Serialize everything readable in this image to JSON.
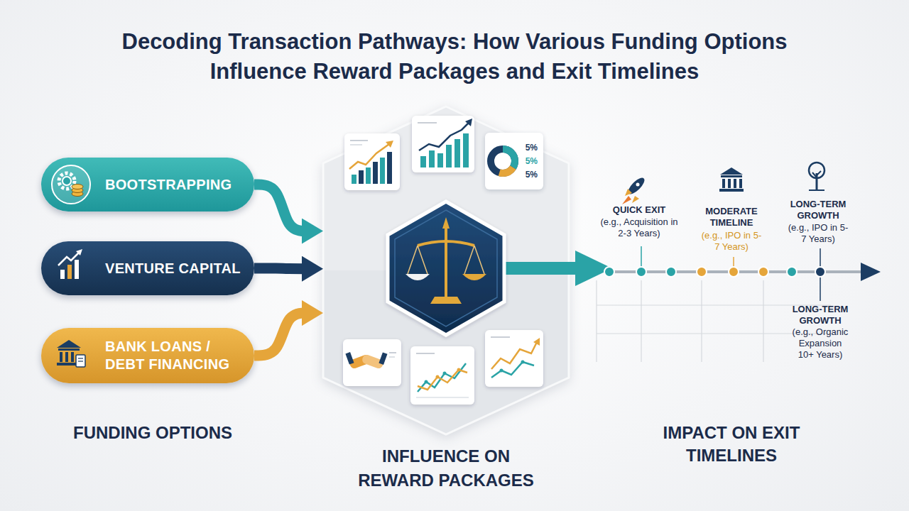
{
  "diagram": {
    "title": "Decoding Transaction Pathways: How Various Funding Options Influence Reward Packages and Exit Timelines",
    "nodes": [
      {
        "text": [
          "BOOTSTRAPPING"
        ]
      },
      {
        "text": [
          "VENTURE CAPITAL"
        ]
      },
      {
        "text": [
          "BANK LOANS / DEBT FINANCING"
        ]
      },
      {
        "text": [
          "INFLUENCE ON REWARD PACKAGES"
        ]
      },
      {
        "text": [
          "5%",
          "5%",
          "5%"
        ],
        "in": 3
      }
    ],
    "edges": [
      {
        "from": 0,
        "to": 3,
        "arrow": "to"
      },
      {
        "from": 1,
        "to": 3,
        "arrow": "to"
      },
      {
        "from": 2,
        "to": 3,
        "arrow": "to"
      }
    ],
    "labels": [
      "FUNDING OPTIONS",
      "QUICK EXIT",
      "(e.g., Acquisition in 2-3 Years)",
      "MODERATE TIMELINE",
      "(e.g., IPO in 5-7 Years)",
      "LONG-TERM GROWTH",
      "(e.g., IPO in 5-7 Years)",
      "LONG-TERM GROWTH",
      "(e.g., Organic Expansion 10+ Years)",
      "IMPACT ON EXIT TIMELINES"
    ]
  }
}
